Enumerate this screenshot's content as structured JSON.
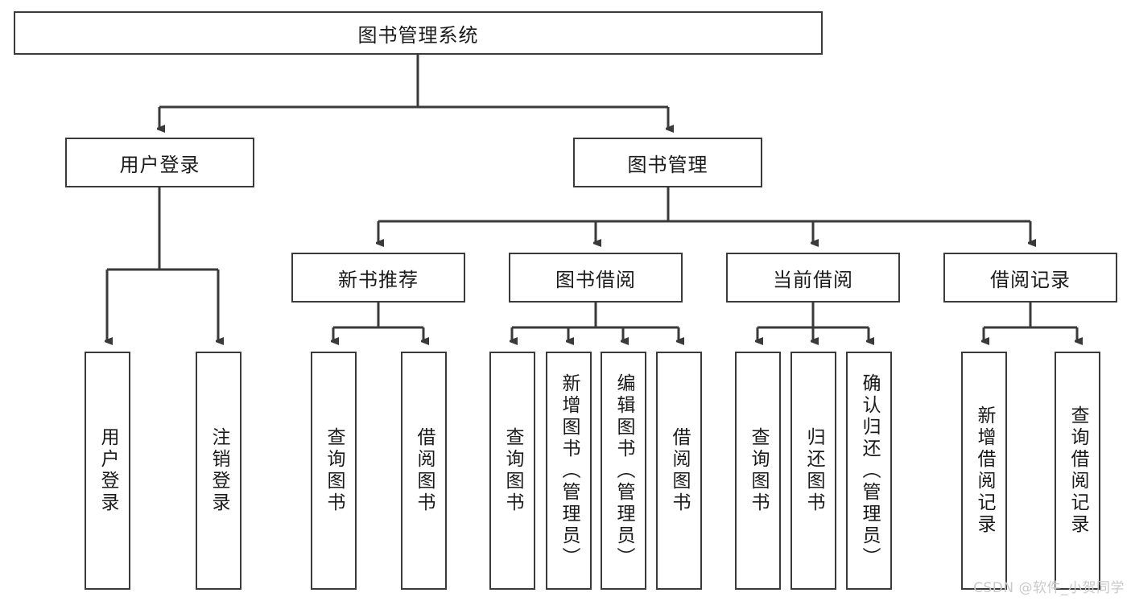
{
  "diagram": {
    "title": "图书管理系统",
    "root": {
      "label": "图书管理系统"
    },
    "level2": [
      {
        "label": "用户登录"
      },
      {
        "label": "图书管理"
      }
    ],
    "level3": [
      {
        "label": "新书推荐"
      },
      {
        "label": "图书借阅"
      },
      {
        "label": "当前借阅"
      },
      {
        "label": "借阅记录"
      }
    ],
    "leaves": {
      "user_login": [
        {
          "label": "用户登录"
        },
        {
          "label": "注销登录"
        }
      ],
      "new_book_recommend": [
        {
          "label": "查询图书"
        },
        {
          "label": "借阅图书"
        }
      ],
      "book_borrow": [
        {
          "label": "查询图书"
        },
        {
          "label": "新增图书（管理员）"
        },
        {
          "label": "编辑图书（管理员）"
        },
        {
          "label": "借阅图书"
        }
      ],
      "current_borrow": [
        {
          "label": "查询图书"
        },
        {
          "label": "归还图书"
        },
        {
          "label": "确认归还（管理员）"
        }
      ],
      "borrow_record": [
        {
          "label": "新增借阅记录"
        },
        {
          "label": "查询借阅记录"
        }
      ]
    }
  },
  "watermark": {
    "text": "CSDN @软件_小贺同学"
  },
  "colors": {
    "stroke": "#3a3a3a",
    "text": "#1a1a1a",
    "background": "#ffffff",
    "watermark": "#c9c9c9"
  }
}
